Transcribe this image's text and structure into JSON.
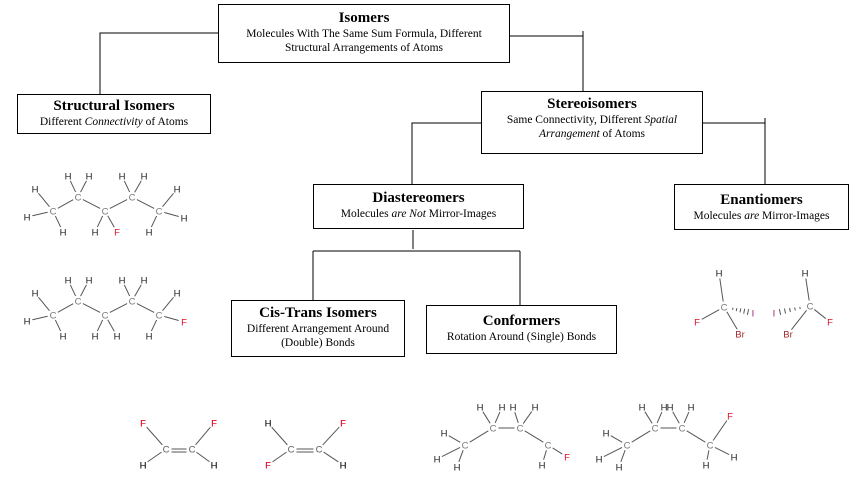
{
  "diagram": {
    "isomers": {
      "title": "Isomers",
      "line1": "Molecules With The Same Sum Formula, Different",
      "line2": "Structural Arrangements of Atoms"
    },
    "structural": {
      "title": "Structural Isomers",
      "pre": "Different ",
      "em": "Connectivity",
      "post": " of Atoms"
    },
    "stereo": {
      "title": "Stereoisomers",
      "line1_pre": "Same Connectivity, Different ",
      "line1_em": "Spatial",
      "line2_em": "Arrangement",
      "line2_post": " of Atoms"
    },
    "diastereomers": {
      "title": "Diastereomers",
      "pre": "Molecules ",
      "em": "are Not",
      "post": " Mirror-Images"
    },
    "enantiomers": {
      "title": "Enantiomers",
      "pre": "Molecules ",
      "em": "are",
      "post": " Mirror-Images"
    },
    "cistrans": {
      "title": "Cis-Trans Isomers",
      "line1": "Different Arrangement Around",
      "line2": "(Double) Bonds"
    },
    "conformers": {
      "title": "Conformers",
      "line1": "Rotation Around (Single) Bonds"
    }
  },
  "atom_labels": {
    "H": "H",
    "C": "C",
    "F": "F",
    "I": "I",
    "Br": "Br"
  },
  "colors": {
    "carbon": "#777777",
    "fluorine": "#e0102a",
    "iodine": "#a0207a",
    "bromine": "#a0262a",
    "hydrogen": "#222222",
    "line": "#000000"
  }
}
